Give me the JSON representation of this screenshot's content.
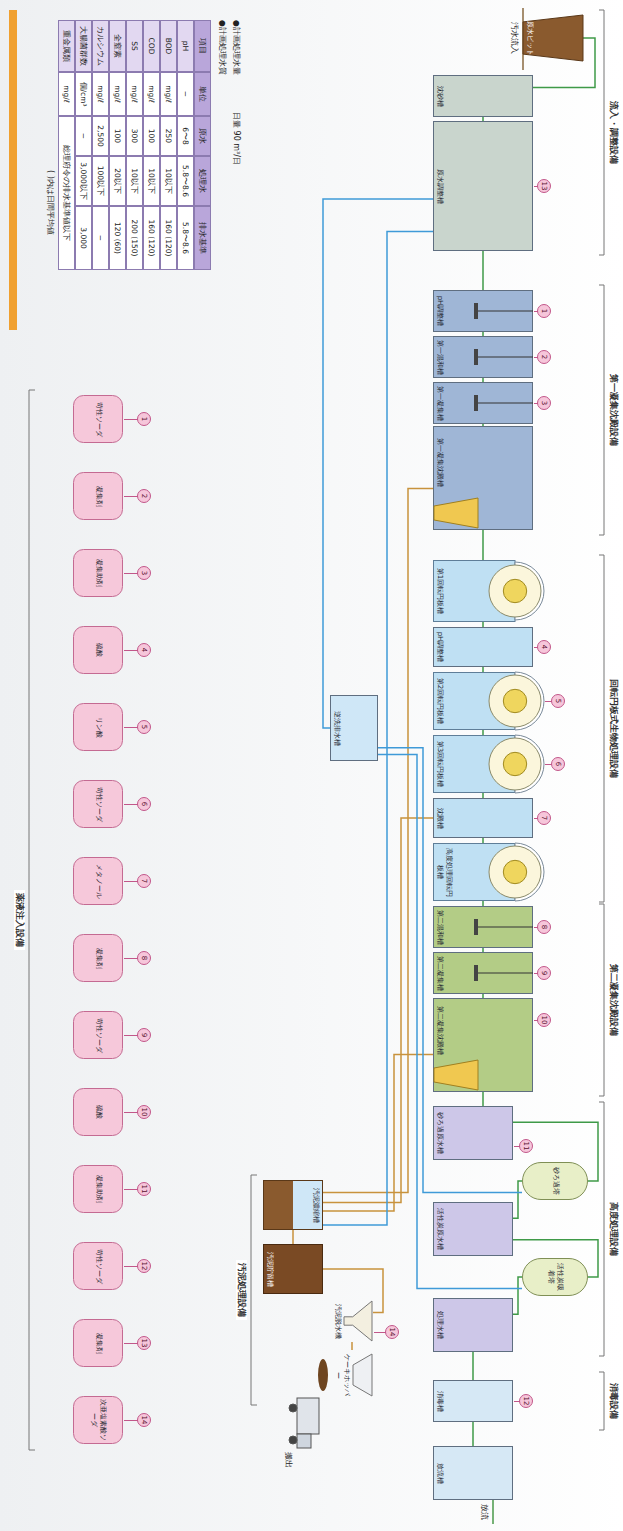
{
  "diagram": {
    "nodes": [
      {
        "text": [
          "原水ピット"
        ]
      },
      {
        "text": [
          "沈砂槽"
        ]
      },
      {
        "text": [
          "原水調整槽"
        ]
      },
      {
        "text": [
          "pH調整槽"
        ]
      },
      {
        "text": [
          "第一混和槽"
        ]
      },
      {
        "text": [
          "第一凝集槽"
        ]
      },
      {
        "text": [
          "第一凝集沈殿槽"
        ]
      },
      {
        "text": [
          "第1回転円板槽"
        ]
      },
      {
        "text": [
          "pH調整槽"
        ]
      },
      {
        "text": [
          "第2回転円板槽"
        ]
      },
      {
        "text": [
          "第3回転円板槽"
        ]
      },
      {
        "text": [
          "沈殿槽"
        ]
      },
      {
        "text": [
          "高度処理回転円板槽"
        ]
      },
      {
        "text": [
          "逆洗排水槽"
        ]
      },
      {
        "text": [
          "第二混和槽"
        ]
      },
      {
        "text": [
          "第二凝集槽"
        ]
      },
      {
        "text": [
          "第二凝集沈殿槽"
        ]
      },
      {
        "text": [
          "砂ろ過原水槽"
        ]
      },
      {
        "text": [
          "砂ろ過塔"
        ]
      },
      {
        "text": [
          "活性炭原水槽"
        ]
      },
      {
        "text": [
          "活性炭吸着塔"
        ]
      },
      {
        "text": [
          "処理水槽"
        ]
      },
      {
        "text": [
          "消毒槽"
        ]
      },
      {
        "text": [
          "放流槽"
        ]
      },
      {
        "text": [
          "汚泥濃縮槽"
        ]
      },
      {
        "text": [
          "汚泥貯留槽"
        ]
      },
      {
        "text": [
          "汚泥脱水機"
        ]
      },
      {
        "text": [
          "ケーキホッパー"
        ]
      },
      {
        "text": [
          "苛性ソーダ"
        ]
      },
      {
        "text": [
          "凝集剤"
        ]
      },
      {
        "text": [
          "凝集助剤"
        ]
      },
      {
        "text": [
          "硫酸"
        ]
      },
      {
        "text": [
          "リン酸"
        ]
      },
      {
        "text": [
          "苛性ソーダ"
        ]
      },
      {
        "text": [
          "メタノール"
        ]
      },
      {
        "text": [
          "凝集剤"
        ]
      },
      {
        "text": [
          "苛性ソーダ"
        ]
      },
      {
        "text": [
          "硫酸"
        ]
      },
      {
        "text": [
          "凝集助剤"
        ]
      },
      {
        "text": [
          "苛性ソーダ"
        ]
      },
      {
        "text": [
          "凝集剤"
        ]
      },
      {
        "text": [
          "次亜塩素酸ソーダ"
        ]
      }
    ],
    "edges": [
      {
        "from": 0,
        "to": 1,
        "arrow": "none"
      },
      {
        "from": 1,
        "to": 2,
        "arrow": "none"
      },
      {
        "from": 2,
        "to": 3,
        "arrow": "none"
      },
      {
        "from": 3,
        "to": 4,
        "arrow": "none"
      },
      {
        "from": 4,
        "to": 5,
        "arrow": "none"
      },
      {
        "from": 5,
        "to": 6,
        "arrow": "none"
      },
      {
        "from": 6,
        "to": 7,
        "arrow": "none"
      },
      {
        "from": 7,
        "to": 8,
        "arrow": "none"
      },
      {
        "from": 8,
        "to": 9,
        "arrow": "none"
      },
      {
        "from": 9,
        "to": 10,
        "arrow": "none"
      },
      {
        "from": 10,
        "to": 11,
        "arrow": "none"
      },
      {
        "from": 11,
        "to": 12,
        "arrow": "none"
      },
      {
        "from": 12,
        "to": 14,
        "arrow": "none"
      },
      {
        "from": 14,
        "to": 15,
        "arrow": "none"
      },
      {
        "from": 15,
        "to": 16,
        "arrow": "none"
      },
      {
        "from": 16,
        "to": 17,
        "arrow": "none"
      },
      {
        "from": 17,
        "to": 18,
        "arrow": "none"
      },
      {
        "from": 18,
        "to": 19,
        "arrow": "none"
      },
      {
        "from": 19,
        "to": 20,
        "arrow": "none"
      },
      {
        "from": 20,
        "to": 21,
        "arrow": "none"
      },
      {
        "from": 21,
        "to": 22,
        "arrow": "none"
      },
      {
        "from": 22,
        "to": 23,
        "arrow": "none"
      },
      {
        "from": 6,
        "to": 24,
        "arrow": "none"
      },
      {
        "from": 11,
        "to": 24,
        "arrow": "none"
      },
      {
        "from": 16,
        "to": 24,
        "arrow": "none"
      },
      {
        "from": 24,
        "to": 25,
        "arrow": "none"
      },
      {
        "from": 25,
        "to": 26,
        "arrow": "none"
      },
      {
        "from": 26,
        "to": 27,
        "arrow": "none"
      },
      {
        "from": 18,
        "to": 13,
        "arrow": "none"
      },
      {
        "from": 20,
        "to": 13,
        "arrow": "none"
      },
      {
        "from": 13,
        "to": 2,
        "arrow": "none"
      },
      {
        "from": 24,
        "to": 2,
        "arrow": "none"
      }
    ],
    "labels": [
      "流入・調整設備",
      "第一凝集沈殿設備",
      "回転円板式生物処理設備",
      "第二凝集沈殿設備",
      "高度処理設備",
      "消毒設備",
      "汚泥処理設備",
      "薬液注入設備",
      "汚水流入",
      "放流",
      "搬出",
      "●計画処理水量",
      "日量 90 m³/日",
      "●計画処理水質",
      "項目",
      "単位",
      "原水",
      "処理水",
      "排水基準",
      "pH",
      "−",
      "6〜8",
      "5.8〜8.6",
      "5.8〜8.6",
      "BOD",
      "mg/ℓ",
      "250",
      "10以下",
      "160 (120)",
      "COD",
      "mg/ℓ",
      "100",
      "10以下",
      "160 (120)",
      "SS",
      "mg/ℓ",
      "300",
      "10以下",
      "200 (150)",
      "全窒素",
      "mg/ℓ",
      "100",
      "20以下",
      "120 (60)",
      "カルシウム",
      "mg/ℓ",
      "2,500",
      "100以下",
      "−",
      "大腸菌群数",
      "個/cm³",
      "−",
      "3,000以下",
      "3,000",
      "重金属類",
      "mg/ℓ",
      "総理府令の排水基準値以下",
      "( )内は日間平均値",
      "1",
      "2",
      "3",
      "4",
      "5",
      "6",
      "7",
      "8",
      "9",
      "10",
      "11",
      "12",
      "13",
      "14",
      "1",
      "2",
      "3",
      "4",
      "5",
      "6",
      "7",
      "8",
      "9",
      "10",
      "11",
      "12",
      "13",
      "14"
    ]
  }
}
